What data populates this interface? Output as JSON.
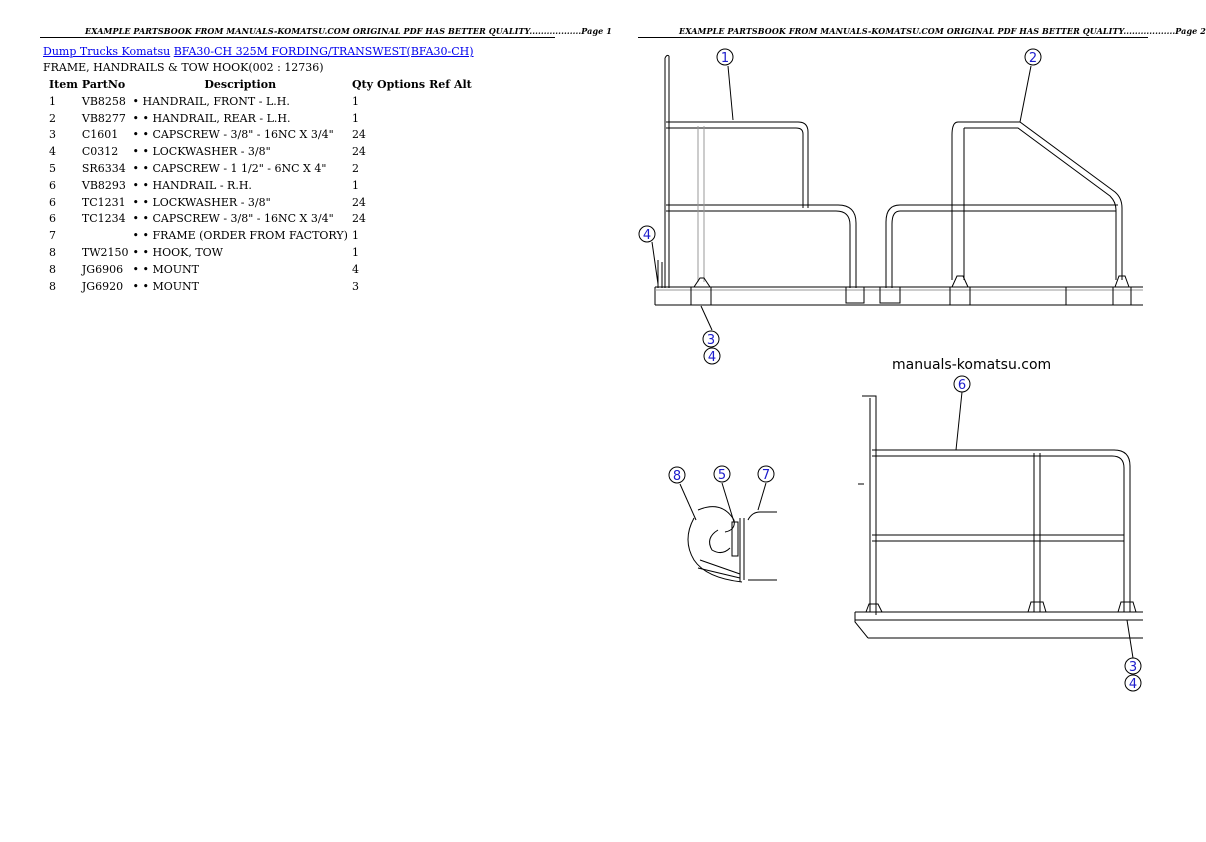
{
  "page1": {
    "header": "EXAMPLE PARTSBOOK FROM MANUALS-KOMATSU.COM ORIGINAL PDF HAS BETTER QUALITY..................Page 1"
  },
  "page2": {
    "header": "EXAMPLE PARTSBOOK FROM MANUALS-KOMATSU.COM ORIGINAL PDF HAS BETTER QUALITY..................Page 2"
  },
  "breadcrumb": {
    "link1": "Dump Trucks Komatsu",
    "link2": "BFA30-CH  325M FORDING/TRANSWEST(BFA30-CH)"
  },
  "subtitle": "FRAME, HANDRAILS & TOW HOOK(002 : 12736)",
  "table": {
    "columns": [
      "Item",
      "PartNo",
      "Description",
      "Qty",
      "Options",
      "Ref",
      "Alt"
    ],
    "rows": [
      {
        "item": "1",
        "part": "VB8258",
        "desc": "• HANDRAIL, FRONT - L.H.",
        "qty": "1"
      },
      {
        "item": "2",
        "part": "VB8277",
        "desc": "• • HANDRAIL, REAR - L.H.",
        "qty": "1"
      },
      {
        "item": "3",
        "part": "C1601",
        "desc": "• • CAPSCREW - 3/8\" - 16NC X 3/4\"",
        "qty": "24"
      },
      {
        "item": "4",
        "part": "C0312",
        "desc": "• • LOCKWASHER - 3/8\"",
        "qty": "24"
      },
      {
        "item": "5",
        "part": "SR6334",
        "desc": "• • CAPSCREW - 1 1/2\" - 6NC X 4\"",
        "qty": "2"
      },
      {
        "item": "6",
        "part": "VB8293",
        "desc": "• • HANDRAIL - R.H.",
        "qty": "1"
      },
      {
        "item": "6",
        "part": "TC1231",
        "desc": "• • LOCKWASHER - 3/8\"",
        "qty": "24"
      },
      {
        "item": "6",
        "part": "TC1234",
        "desc": "• • CAPSCREW - 3/8\" - 16NC X 3/4\"",
        "qty": "24"
      },
      {
        "item": "7",
        "part": "",
        "desc": "• • FRAME (ORDER FROM FACTORY)",
        "qty": "1"
      },
      {
        "item": "8",
        "part": "TW2150",
        "desc": "• • HOOK, TOW",
        "qty": "1"
      },
      {
        "item": "8",
        "part": "JG6906",
        "desc": "• • MOUNT",
        "qty": "4"
      },
      {
        "item": "8",
        "part": "JG6920",
        "desc": "• • MOUNT",
        "qty": "3"
      }
    ]
  },
  "drawing": {
    "watermark": "manuals-komatsu.com",
    "callouts": [
      "1",
      "2",
      "4",
      "3",
      "4",
      "6",
      "8",
      "5",
      "7",
      "3",
      "4"
    ],
    "accent_color": "#1c1ccc"
  }
}
